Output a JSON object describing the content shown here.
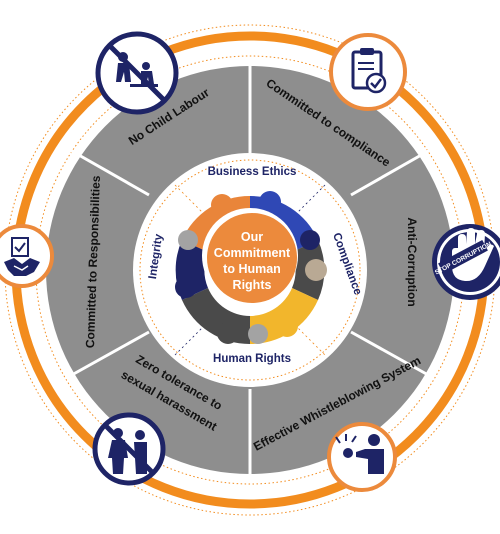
{
  "center": {
    "line1": "Our",
    "line2": "Commitment",
    "line3": "to Human",
    "line4": "Rights"
  },
  "inner_ring": {
    "top": "Business Ethics",
    "right": "Compliance",
    "bottom": "Human Rights",
    "left": "Integrity"
  },
  "segments": {
    "no_child_labour": "No Child Labour",
    "committed_to_compliance": "Committed to compliance",
    "anti_corruption": "Anti-Corruption",
    "whistleblowing": "Effective Whistleblowing System",
    "zero_tolerance_line1": "Zero tolerance to",
    "zero_tolerance_line2": "sexual harassment",
    "committed_to_responsibilities": "Committed to Responsibilities"
  },
  "badges": {
    "stop_corruption": "STOP CORRUPTION"
  },
  "colors": {
    "orange": "#F28C1E",
    "segment_gray": "#8E8E8E",
    "navy": "#1E2466",
    "center_orange": "#EC8A3C",
    "piece_orange": "#E9853A",
    "piece_blue": "#2F48B5",
    "piece_navy": "#1E2466",
    "piece_gray": "#A3A3A3",
    "piece_yellow": "#F2B62C",
    "piece_taupe": "#B9A994",
    "piece_dark": "#4A4A4A"
  },
  "icons": {
    "no_child_labour": "no-child-labour-icon",
    "compliance": "clipboard-check-icon",
    "anti_corruption": "stop-corruption-hand-icon",
    "whistleblowing": "whistleblower-icon",
    "sexual_harassment": "no-harassment-icon",
    "responsibilities": "handshake-document-icon"
  }
}
